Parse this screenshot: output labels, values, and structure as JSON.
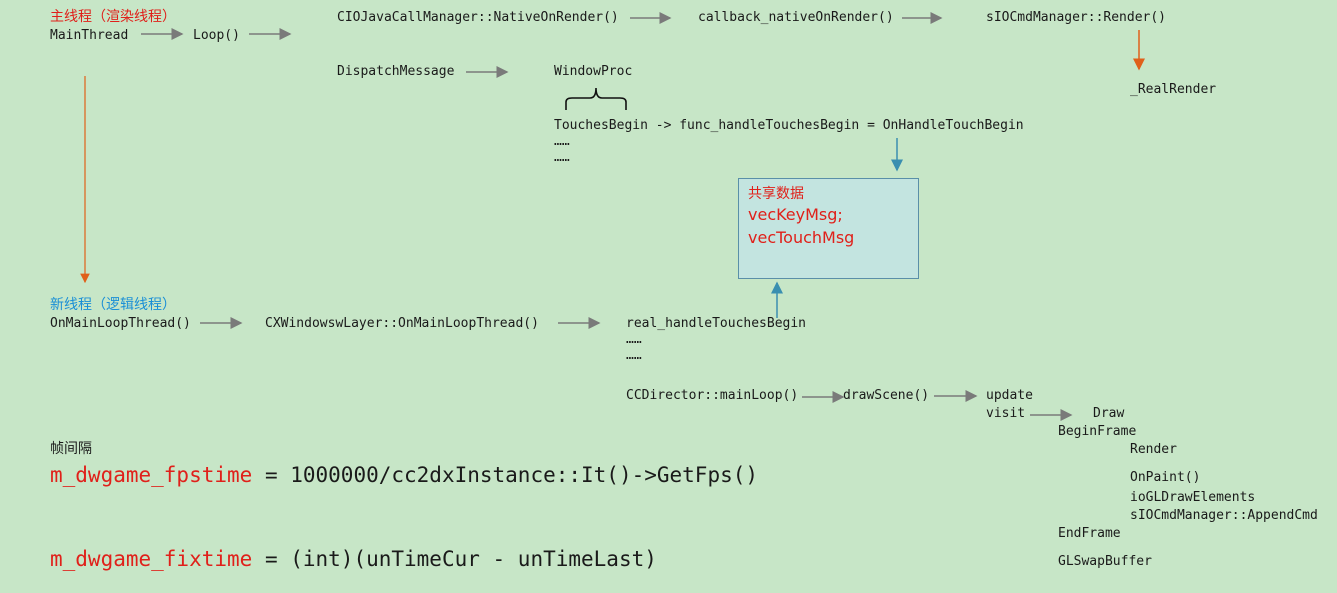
{
  "main_thread": {
    "title": "主线程（渲染线程）",
    "entry": "MainThread",
    "loop": "Loop()",
    "native_on_render": "CIOJavaCallManager::NativeOnRender()",
    "callback": "callback_nativeOnRender()",
    "cmd_render": "sIOCmdManager::Render()",
    "real_render": "_RealRender",
    "dispatch": "DispatchMessage",
    "window_proc": "WindowProc",
    "touches_line": "TouchesBegin -> func_handleTouchesBegin = OnHandleTouchBegin",
    "ellipsis_1": "……",
    "ellipsis_2": "……"
  },
  "shared": {
    "title": "共享数据",
    "var1": "vecKeyMsg;",
    "var2": "vecTouchMsg"
  },
  "logic_thread": {
    "title": "新线程（逻辑线程）",
    "entry": "OnMainLoopThread()",
    "layer_loop": "CXWindowswLayer::OnMainLoopThread()",
    "real_touch": "real_handleTouchesBegin",
    "ellipsis_1": "……",
    "ellipsis_2": "……",
    "director_loop": "CCDirector::mainLoop()",
    "draw_scene": "drawScene()",
    "update": "update",
    "visit": "visit",
    "draw": "Draw",
    "begin_frame": "BeginFrame",
    "render": "Render",
    "on_paint": "OnPaint()",
    "gl_draw": "ioGLDrawElements",
    "append_cmd": "sIOCmdManager::AppendCmd",
    "end_frame": "EndFrame",
    "swap": "GLSwapBuffer"
  },
  "fps": {
    "label": "帧间隔",
    "var1": "m_dwgame_fpstime",
    "expr1": " = 1000000/cc2dxInstance::It()->GetFps()",
    "var2": "m_dwgame_fixtime",
    "expr2": " = (int)(unTimeCur - unTimeLast)"
  },
  "colors": {
    "background": "#c7e6c7",
    "flow_arrow": "#7a7a7a",
    "thread_arrow": "#e0601a",
    "shared_arrow": "#3a8fb0",
    "highlight_text": "#e0201a",
    "logic_title": "#1a8fd6"
  }
}
